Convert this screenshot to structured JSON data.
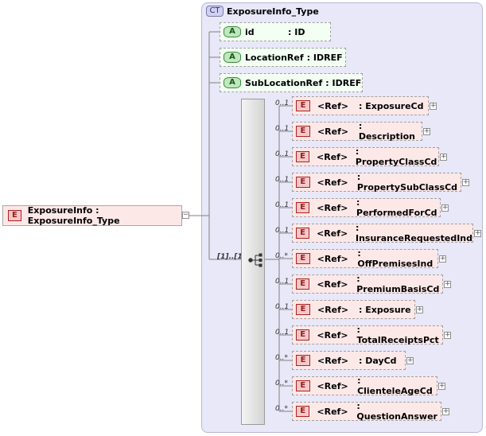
{
  "complex_type": {
    "badge": "CT",
    "title": "ExposureInfo_Type"
  },
  "root": {
    "badge": "E",
    "label": "ExposureInfo : ExposureInfo_Type"
  },
  "attributes": [
    {
      "badge": "A",
      "name": "id",
      "type": ": ID"
    },
    {
      "badge": "A",
      "name": "LocationRef",
      "type": ": IDREF"
    },
    {
      "badge": "A",
      "name": "SubLocationRef",
      "type": ": IDREF"
    }
  ],
  "sequence": {
    "cardinality": "[1]..[1]"
  },
  "elements": [
    {
      "occ": "0..1",
      "badge": "E",
      "ref": "<Ref>",
      "name": ": ExposureCd"
    },
    {
      "occ": "0..1",
      "badge": "E",
      "ref": "<Ref>",
      "name": ": Description"
    },
    {
      "occ": "0..1",
      "badge": "E",
      "ref": "<Ref>",
      "name": ": PropertyClassCd"
    },
    {
      "occ": "0..1",
      "badge": "E",
      "ref": "<Ref>",
      "name": ": PropertySubClassCd"
    },
    {
      "occ": "0..1",
      "badge": "E",
      "ref": "<Ref>",
      "name": ": PerformedForCd"
    },
    {
      "occ": "0..1",
      "badge": "E",
      "ref": "<Ref>",
      "name": ": InsuranceRequestedInd"
    },
    {
      "occ": "0..*",
      "badge": "E",
      "ref": "<Ref>",
      "name": ": OffPremisesInd"
    },
    {
      "occ": "0..1",
      "badge": "E",
      "ref": "<Ref>",
      "name": ": PremiumBasisCd"
    },
    {
      "occ": "0..1",
      "badge": "E",
      "ref": "<Ref>",
      "name": ": Exposure"
    },
    {
      "occ": "0..1",
      "badge": "E",
      "ref": "<Ref>",
      "name": ": TotalReceiptsPct"
    },
    {
      "occ": "0..*",
      "badge": "E",
      "ref": "<Ref>",
      "name": ": DayCd"
    },
    {
      "occ": "0..*",
      "badge": "E",
      "ref": "<Ref>",
      "name": ": ClienteleAgeCd"
    },
    {
      "occ": "0..*",
      "badge": "E",
      "ref": "<Ref>",
      "name": ": QuestionAnswer"
    }
  ]
}
